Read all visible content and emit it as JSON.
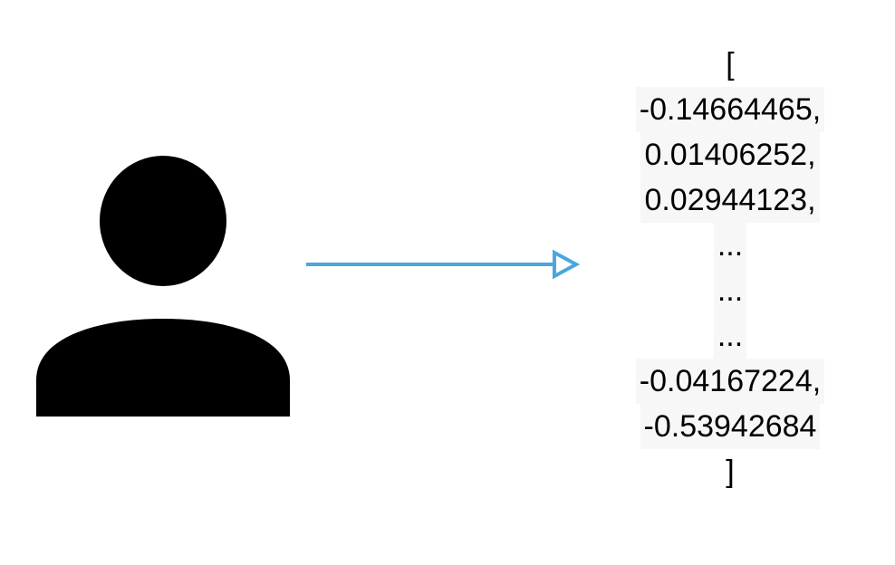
{
  "diagram": {
    "icon": "person-icon",
    "arrow_color": "#4aa6dc",
    "vector": {
      "open_bracket": "[",
      "values": [
        "-0.14664465,",
        "0.01406252,",
        "0.02944123,",
        "...",
        "...",
        "...",
        "-0.04167224,",
        "-0.53942684"
      ],
      "close_bracket": "]"
    }
  }
}
